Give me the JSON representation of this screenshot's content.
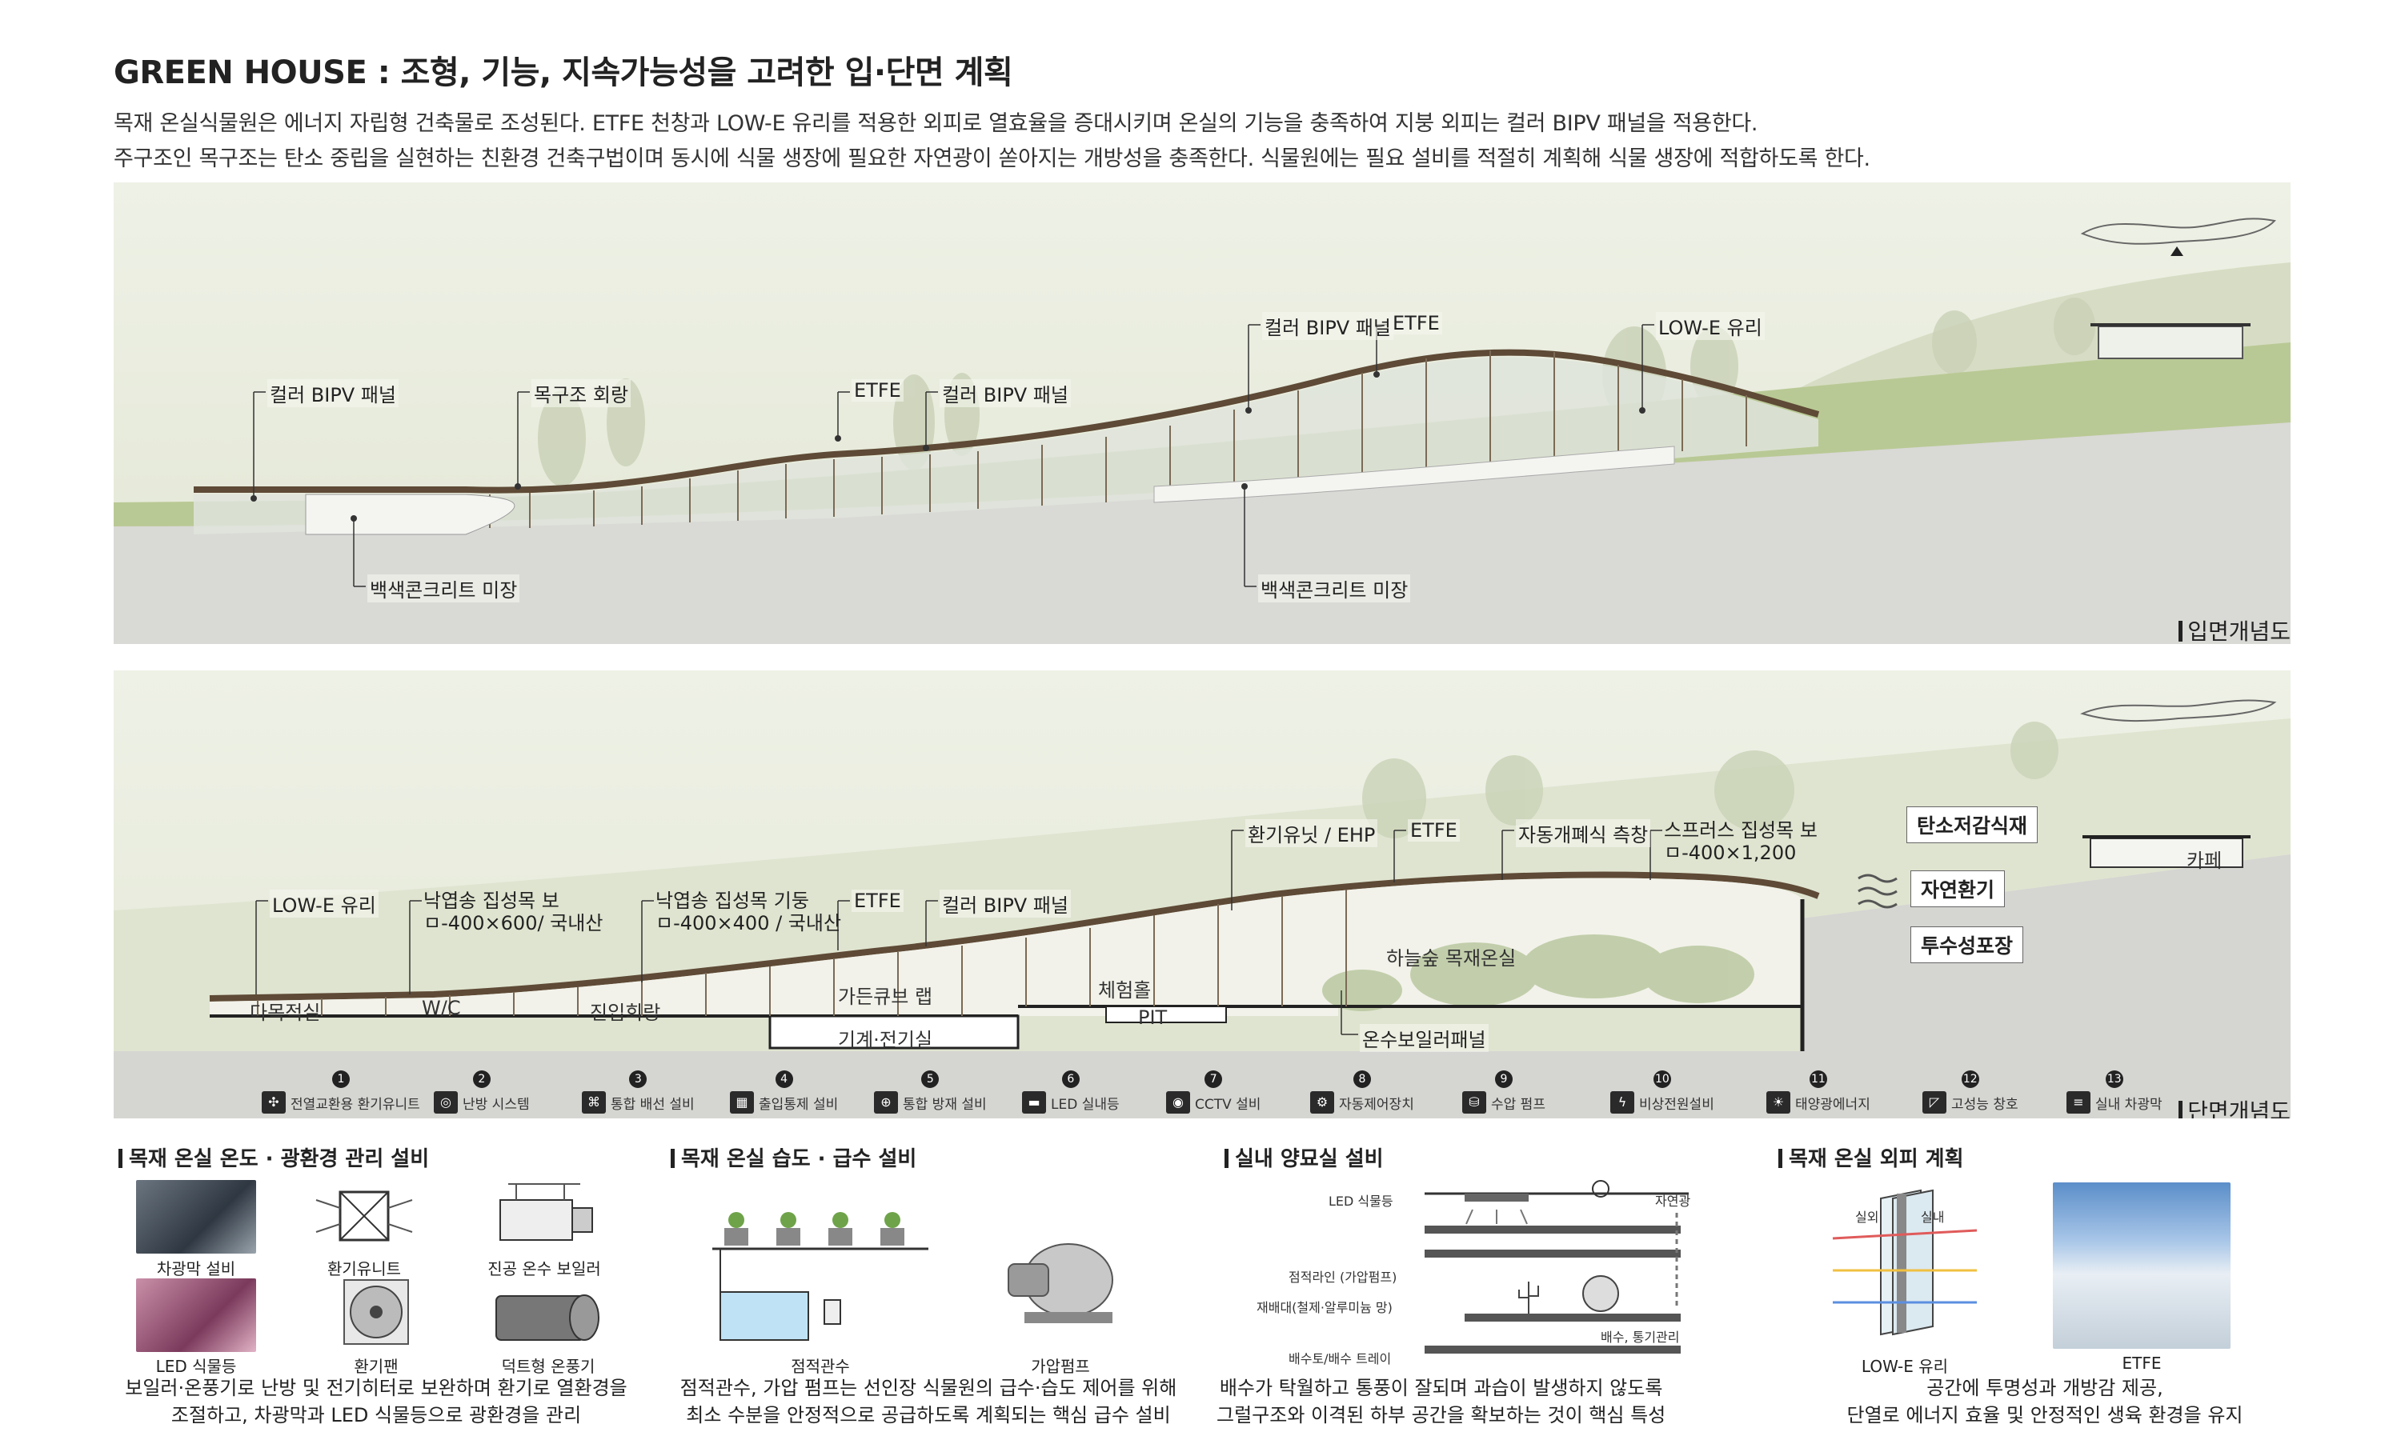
{
  "title": "GREEN HOUSE : 조형, 기능, 지속가능성을 고려한 입·단면 계획",
  "intro": [
    "목재 온실식물원은 에너지 자립형 건축물로 조성된다. ETFE 천창과 LOW-E 유리를 적용한 외피로 열효율을 증대시키며 온실의 기능을 충족하여 지붕 외피는 컬러 BIPV 패널을 적용한다.",
    "주구조인 목구조는 탄소 중립을 실현하는 친환경 건축구법이며 동시에 식물 생장에 필요한 자연광이 쏟아지는 개방성을 충족한다. 식물원에는 필요 설비를 적절히 계획해 식물 생장에 적합하도록 한다."
  ],
  "elevation": {
    "tag": "입면개념도",
    "labels": {
      "bipv_left": "컬러 BIPV 패널",
      "corridor": "목구조 회랑",
      "etfe_mid": "ETFE",
      "bipv_mid": "컬러 BIPV 패널",
      "bipv_top": "컬러 BIPV 패널",
      "etfe_top": "ETFE",
      "lowe": "LOW-E 유리",
      "concrete_left": "백색콘크리트 미장",
      "concrete_right": "백색콘크리트 미장"
    }
  },
  "section": {
    "tag": "단면개념도",
    "labels": {
      "lowe": "LOW-E 유리",
      "beam1": [
        "낙엽송 집성목 보",
        "ㅁ-400×600/ 국내산"
      ],
      "column": [
        "낙엽송 집성목 기둥",
        "ㅁ-400×400 / 국내산"
      ],
      "etfe_mid": "ETFE",
      "bipv_mid": "컬러 BIPV 패널",
      "ehp": "환기유닛 / EHP",
      "etfe_top": "ETFE",
      "auto_window": "자동개폐식 측창",
      "spruce": [
        "스프러스 집성목 보",
        "ㅁ-400×1,200"
      ],
      "boiler_panel": "온수보일러패널"
    },
    "boxes": [
      "탄소저감식재",
      "자연환기",
      "투수성포장"
    ],
    "rooms": {
      "multi": "다목적실",
      "wc": "W/C",
      "entrance": "진입회랑",
      "garden_lab": "가든큐브 랩",
      "mech": "기계·전기실",
      "experience": "체험홀",
      "pit": "PIT",
      "forest": "하늘숲 목재온실",
      "cafe": "카페"
    },
    "legend": [
      {
        "num": "1",
        "text": "전열교환용 환기유니트"
      },
      {
        "num": "2",
        "text": "난방 시스템"
      },
      {
        "num": "3",
        "text": "통합 배선 설비"
      },
      {
        "num": "4",
        "text": "출입통제 설비"
      },
      {
        "num": "5",
        "text": "통합 방재 설비"
      },
      {
        "num": "6",
        "text": "LED 실내등"
      },
      {
        "num": "7",
        "text": "CCTV 설비"
      },
      {
        "num": "8",
        "text": "자동제어장치"
      },
      {
        "num": "9",
        "text": "수압 펌프"
      },
      {
        "num": "10",
        "text": "비상전원설비"
      },
      {
        "num": "11",
        "text": "태양광에너지"
      },
      {
        "num": "12",
        "text": "고성능 창호"
      },
      {
        "num": "13",
        "text": "실내 차광막"
      }
    ]
  },
  "bottom": {
    "temp": {
      "head": "목재 온실 온도 · 광환경 관리 설비",
      "captions": [
        "차광막 설비",
        "환기유니트",
        "진공 온수 보일러",
        "LED 식물등",
        "환기팬",
        "덕트형 온풍기"
      ],
      "desc": [
        "보일러·온풍기로 난방 및 전기히터로 보완하며 환기로 열환경을",
        "조절하고, 차광막과 LED 식물등으로 광환경을 관리"
      ]
    },
    "humid": {
      "head": "목재 온실 습도 · 급수 설비",
      "captions": [
        "점적관수",
        "가압펌프"
      ],
      "desc": [
        "점적관수, 가압 펌프는 선인장 식물원의 급수·습도 제어를 위해",
        "최소 수분을 안정적으로 공급하도록 계획되는 핵심 급수 설비"
      ]
    },
    "nursery": {
      "head": "실내 양묘실 설비",
      "labels": [
        "LED 식물등",
        "자연광",
        "점적라인 (가압펌프)",
        "재배대(철제·알루미늄 망)",
        "배수, 통기관리",
        "배수토/배수 트레이"
      ],
      "desc": [
        "배수가 탁월하고 통풍이 잘되며 과습이 발생하지 않도록",
        "그럴구조와 이격된 하부 공간을 확보하는 것이 핵심 특성"
      ]
    },
    "skin": {
      "head": "목재 온실 외피 계획",
      "captions": [
        "LOW-E 유리",
        "ETFE"
      ],
      "glass_labels": [
        "실외",
        "실내"
      ],
      "desc": [
        "공간에 투명성과 개방감 제공,",
        "단열로 에너지 효율 및 안정적인 생육 환경을 유지"
      ]
    }
  }
}
